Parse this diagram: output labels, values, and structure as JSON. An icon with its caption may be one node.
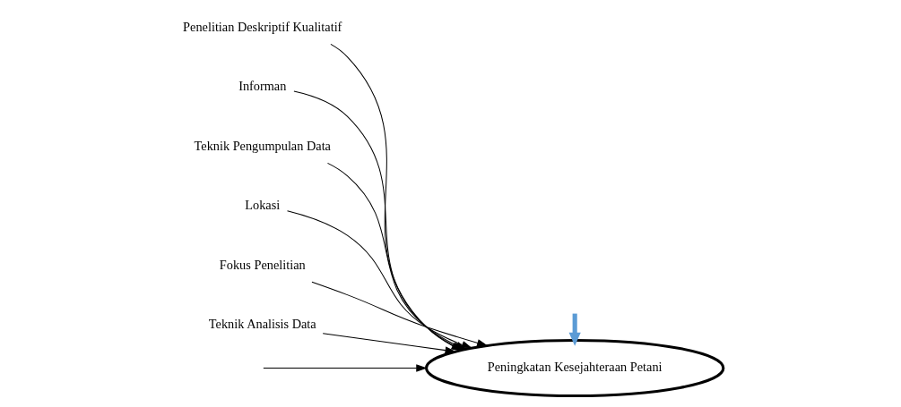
{
  "diagram": {
    "nodes": [
      {
        "text": [
          "Penelitian Deskriptif Kualitatif"
        ]
      },
      {
        "text": [
          "Informan"
        ]
      },
      {
        "text": [
          "Teknik Pengumpulan Data"
        ]
      },
      {
        "text": [
          "Peningkatan Kesejahteraan Petani"
        ]
      },
      {
        "text": [
          "Lokasi"
        ]
      },
      {
        "text": [
          "Fokus Penelitian"
        ]
      },
      {
        "text": [
          "Teknik Analisis Data"
        ]
      }
    ],
    "edges": [
      {
        "from": null,
        "to": 3,
        "arrow": "to"
      },
      {
        "from": 0,
        "to": 3,
        "arrow": "to"
      },
      {
        "from": 1,
        "to": 3,
        "arrow": "to"
      },
      {
        "from": 2,
        "to": 3,
        "arrow": "to"
      },
      {
        "from": 4,
        "to": 3,
        "arrow": "to"
      },
      {
        "from": 5,
        "to": 3,
        "arrow": "to"
      },
      {
        "from": 6,
        "to": 3,
        "arrow": "to"
      },
      {
        "from": null,
        "to": 3,
        "arrow": "to",
        "style": "thick",
        "color": "#5b9bd5"
      }
    ]
  }
}
